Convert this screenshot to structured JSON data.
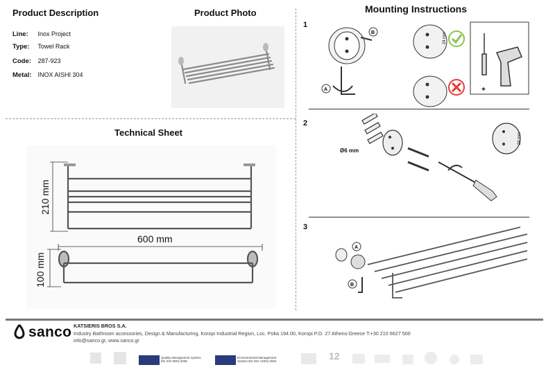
{
  "left": {
    "product_description_title": "Product Description",
    "product_photo_title": "Product Photo",
    "fields": [
      {
        "label": "Line:",
        "value": "Inox Project"
      },
      {
        "label": "Type:",
        "value": "Towel Rack"
      },
      {
        "label": "Code:",
        "value": "287-923"
      },
      {
        "label": "Metal:",
        "value": "INOX AISHI 304"
      }
    ],
    "technical_sheet_title": "Technical Sheet",
    "dim_height": "210 mm",
    "dim_width": "600 mm",
    "dim_depth": "100 mm"
  },
  "right": {
    "mounting_title": "Mounting Instructions",
    "step1": "1",
    "step2": "2",
    "step3": "3",
    "dim_24": "24 mm",
    "dim_drill": "Ø6 mm",
    "label_a": "A",
    "label_b": "B"
  },
  "footer": {
    "brand": "sanco",
    "company": "KATSIERIS BROS S.A.",
    "line1": "Industry Bathroom accessories, Design & Manufacturing, Koropi Industrial Region, Loc. Poka 194.00, Koropi P.O. 27  Athens-Greece   T:+30 210 6627 500",
    "line2": "info@sanco.gr, www.sanco.gr",
    "cert1": "Quality Management System EN ISO 9001:2008",
    "cert2": "Environmental Management System EN ISO 14001:2004",
    "badge_years": "12"
  }
}
